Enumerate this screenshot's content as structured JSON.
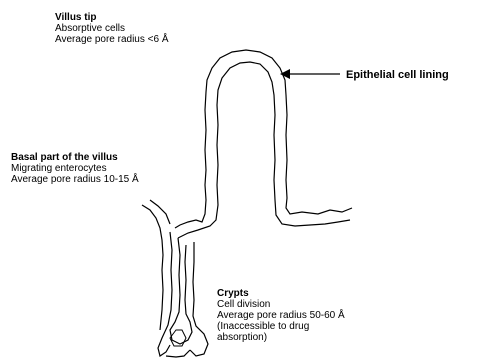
{
  "villus_tip": {
    "title": "Villus tip",
    "lines": [
      "Absorptive cells",
      "Average pore radius <6 Å"
    ]
  },
  "basal": {
    "title": "Basal part of the villus",
    "lines": [
      "Migrating enterocytes",
      "Average pore radius 10-15 Å"
    ]
  },
  "crypts": {
    "title": "Crypts",
    "lines": [
      "Cell division",
      "Average pore radius 50-60 Å",
      "(Inaccessible to drug",
      "absorption)"
    ]
  },
  "epithelial": {
    "label": "Epithelial cell lining"
  },
  "colors": {
    "stroke": "#000000",
    "background": "#ffffff"
  }
}
